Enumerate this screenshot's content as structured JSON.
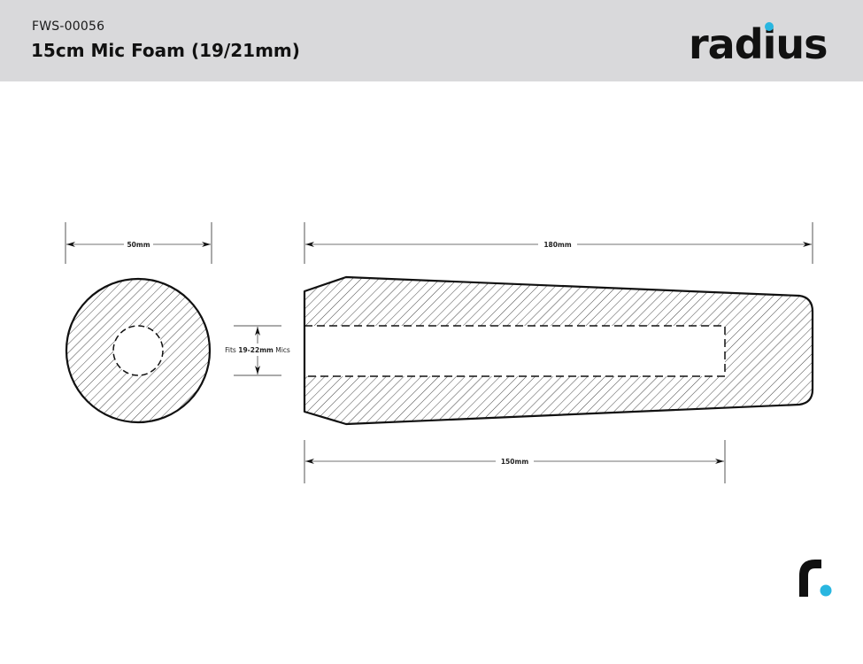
{
  "header": {
    "product_code": "FWS-00056",
    "title": "15cm Mic Foam (19/21mm)",
    "logo_text": "radius",
    "background_color": "#d9d9db"
  },
  "brand": {
    "accent_color": "#29b6e0",
    "text_color": "#111111",
    "corner_mark": "r."
  },
  "drawing": {
    "end_view": {
      "outer_diameter_label": "50mm",
      "bore_label_prefix": "Fits ",
      "bore_label_value": "19-22mm",
      "bore_label_suffix": " Mics"
    },
    "side_view": {
      "overall_length_label": "180mm",
      "bore_depth_label": "150mm"
    },
    "hatch": "diagonal 45deg section lines"
  }
}
